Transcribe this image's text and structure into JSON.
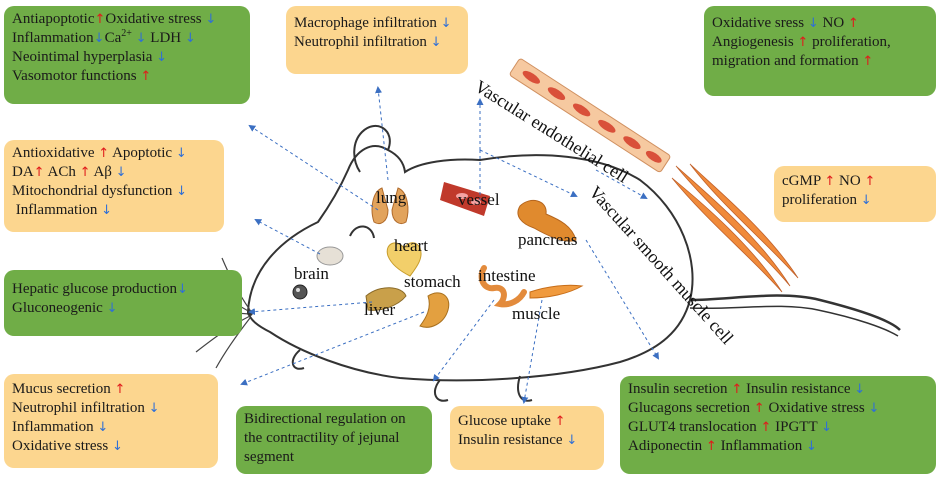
{
  "organs": {
    "lung": "lung",
    "vessel": "vessel",
    "heart": "heart",
    "pancreas": "pancreas",
    "brain": "brain",
    "stomach": "stomach",
    "intestine": "intestine",
    "liver": "liver",
    "muscle": "muscle"
  },
  "cells": {
    "endothelial": "Vascular endothelial cell",
    "smooth_muscle": "Vascular smooth muscle cell"
  },
  "boxes": {
    "heart": [
      "Antiapoptotic",
      "Oxidative stress",
      "Inflammation",
      "Ca",
      "2+",
      "LDH",
      "Neointimal hyperplasia",
      "Vasomotor functions"
    ],
    "lung": [
      "Macrophage infiltration",
      "Neutrophil infiltration"
    ],
    "endothelial": [
      "Oxidative sress",
      "NO",
      "Angiogenesis",
      "proliferation,",
      "migration and formation"
    ],
    "brain": [
      "Antioxidative",
      "Apoptotic",
      "DA",
      "ACh",
      "Aβ",
      "Mitochondrial dysfunction",
      "Inflammation"
    ],
    "smooth_muscle": [
      "cGMP",
      "NO",
      "proliferation"
    ],
    "liver": [
      "Hepatic glucose production",
      "Gluconeogenic"
    ],
    "stomach": [
      "Mucus secretion",
      "Neutrophil  infiltration",
      "Inflammation",
      "Oxidative stress"
    ],
    "intestine": [
      "Bidirectional regulation on",
      "the contractility of jejunal",
      "segment"
    ],
    "muscle": [
      "Glucose uptake",
      "Insulin resistance"
    ],
    "pancreas": [
      "Insulin secretion",
      "Insulin resistance",
      "Glucagons secretion",
      "Oxidative stress",
      "GLUT4 translocation",
      "IPGTT",
      "Adiponectin",
      "Inflammation"
    ]
  },
  "arrows": {
    "up": "↑",
    "down": "↓"
  },
  "colors": {
    "green_box": "#70ad47",
    "tan_box": "#fcd68f",
    "up_arrow": "#e01b1b",
    "down_arrow": "#2f6fd6",
    "connector": "#3b6fc2"
  }
}
